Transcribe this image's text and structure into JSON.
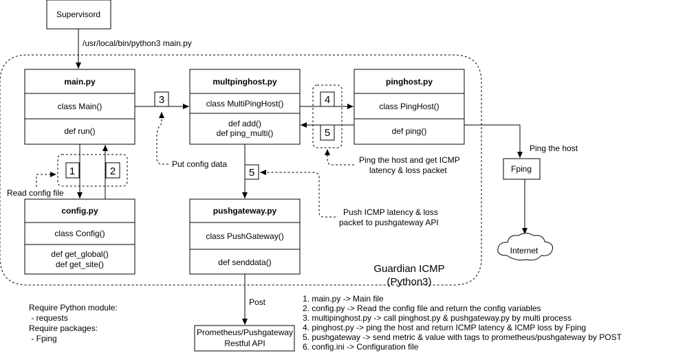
{
  "nodes": {
    "supervisord": "Supervisord",
    "command": "/usr/local/bin/python3 main.py",
    "main": {
      "title": "main.py",
      "cls": "class Main()",
      "methods": [
        "def run()"
      ]
    },
    "config": {
      "title": "config.py",
      "cls": "class Config()",
      "methods": [
        "def get_global()",
        "def get_site()"
      ]
    },
    "multiping": {
      "title": "multpinghost.py",
      "cls": "class MultiPingHost()",
      "methods": [
        "def add()",
        "def ping_multi()"
      ]
    },
    "pinghost": {
      "title": "pinghost.py",
      "cls": "class PingHost()",
      "methods": [
        "def ping()"
      ]
    },
    "pushgateway": {
      "title": "pushgateway.py",
      "cls": "class PushGateway()",
      "methods": [
        "def senddata()"
      ]
    },
    "fping": "Fping",
    "internet": "Internet",
    "prometheus": [
      "Prometheus/Pushgateway",
      "Restful API"
    ]
  },
  "steps": {
    "s1": "1",
    "s2": "2",
    "s3": "3",
    "s4": "4",
    "s5a": "5",
    "s5b": "5"
  },
  "annotations": {
    "read_config": "Read config file",
    "put_config": "Put config data",
    "ping_get": [
      "Ping the host and get ICMP",
      "latency & loss packet"
    ],
    "push_icmp": [
      "Push ICMP latency & loss",
      "packet to pushgateway API"
    ],
    "ping_host": "Ping the host",
    "post": "Post"
  },
  "group": {
    "title": "Guardian ICMP",
    "subtitle": "(Python3)"
  },
  "requirements": [
    "Require Python module:",
    " - requests",
    "Require packages:",
    " - Fping"
  ],
  "legend": [
    "1. main.py -> Main file",
    "2. config.py -> Read the config file and return the config variables",
    "3. multipinghost.py -> call pinghost.py & pushgateway.py by multi process",
    "4. pinghost.py -> ping the host and return ICMP latency & ICMP loss by Fping",
    "5. pushgateway -> send metric & value with tags to prometheus/pushgateway by POST",
    "6. config.ini -> Configuration file"
  ]
}
